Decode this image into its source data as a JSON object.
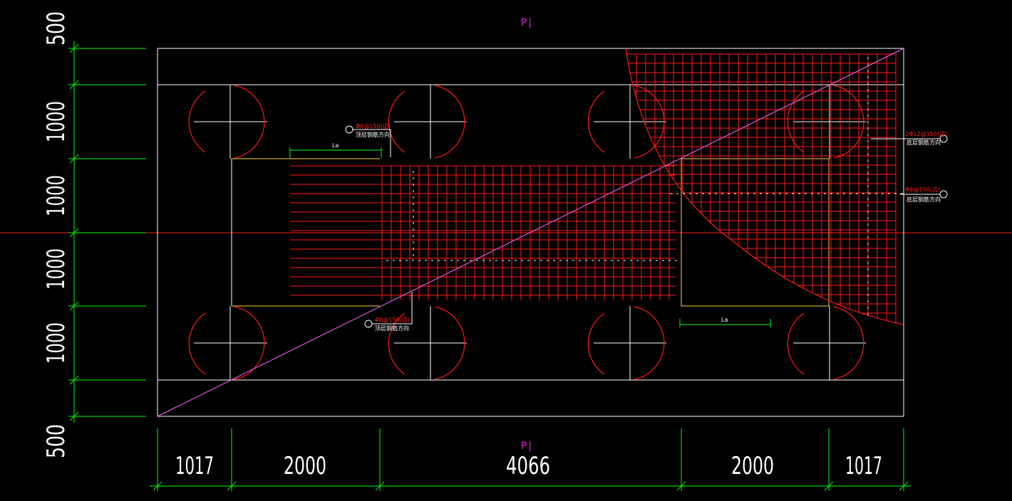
{
  "colors": {
    "background": "#000000",
    "outline": "#ffffff",
    "rebar": "#ff1a1a",
    "dimension": "#00ff00",
    "diagonal": "#ff66ff",
    "marker": "#e020e0",
    "yellow_edge": "#ffd24a"
  },
  "markers": {
    "top": "P|",
    "bottom": "P|"
  },
  "dimensions": {
    "horizontal": [
      "1017",
      "2000",
      "4066",
      "2000",
      "1017"
    ],
    "vertical": [
      "500",
      "1000",
      "1000",
      "1000",
      "1000",
      "500"
    ]
  },
  "anchorage_labels": {
    "left": "La",
    "right": "La"
  },
  "annotations": {
    "callout_1": {
      "spec": "Φ6@150(边)",
      "note": "顶层钢筋方向"
    },
    "callout_2": {
      "spec": "Φ8@150(边)",
      "note": "顶层钢筋方向"
    },
    "callout_3": {
      "spec": "2Φ12@150(边)",
      "note": "底层钢筋方向"
    },
    "callout_4": {
      "spec": "Φ8@150(边)",
      "note": "底层钢筋方向"
    }
  }
}
